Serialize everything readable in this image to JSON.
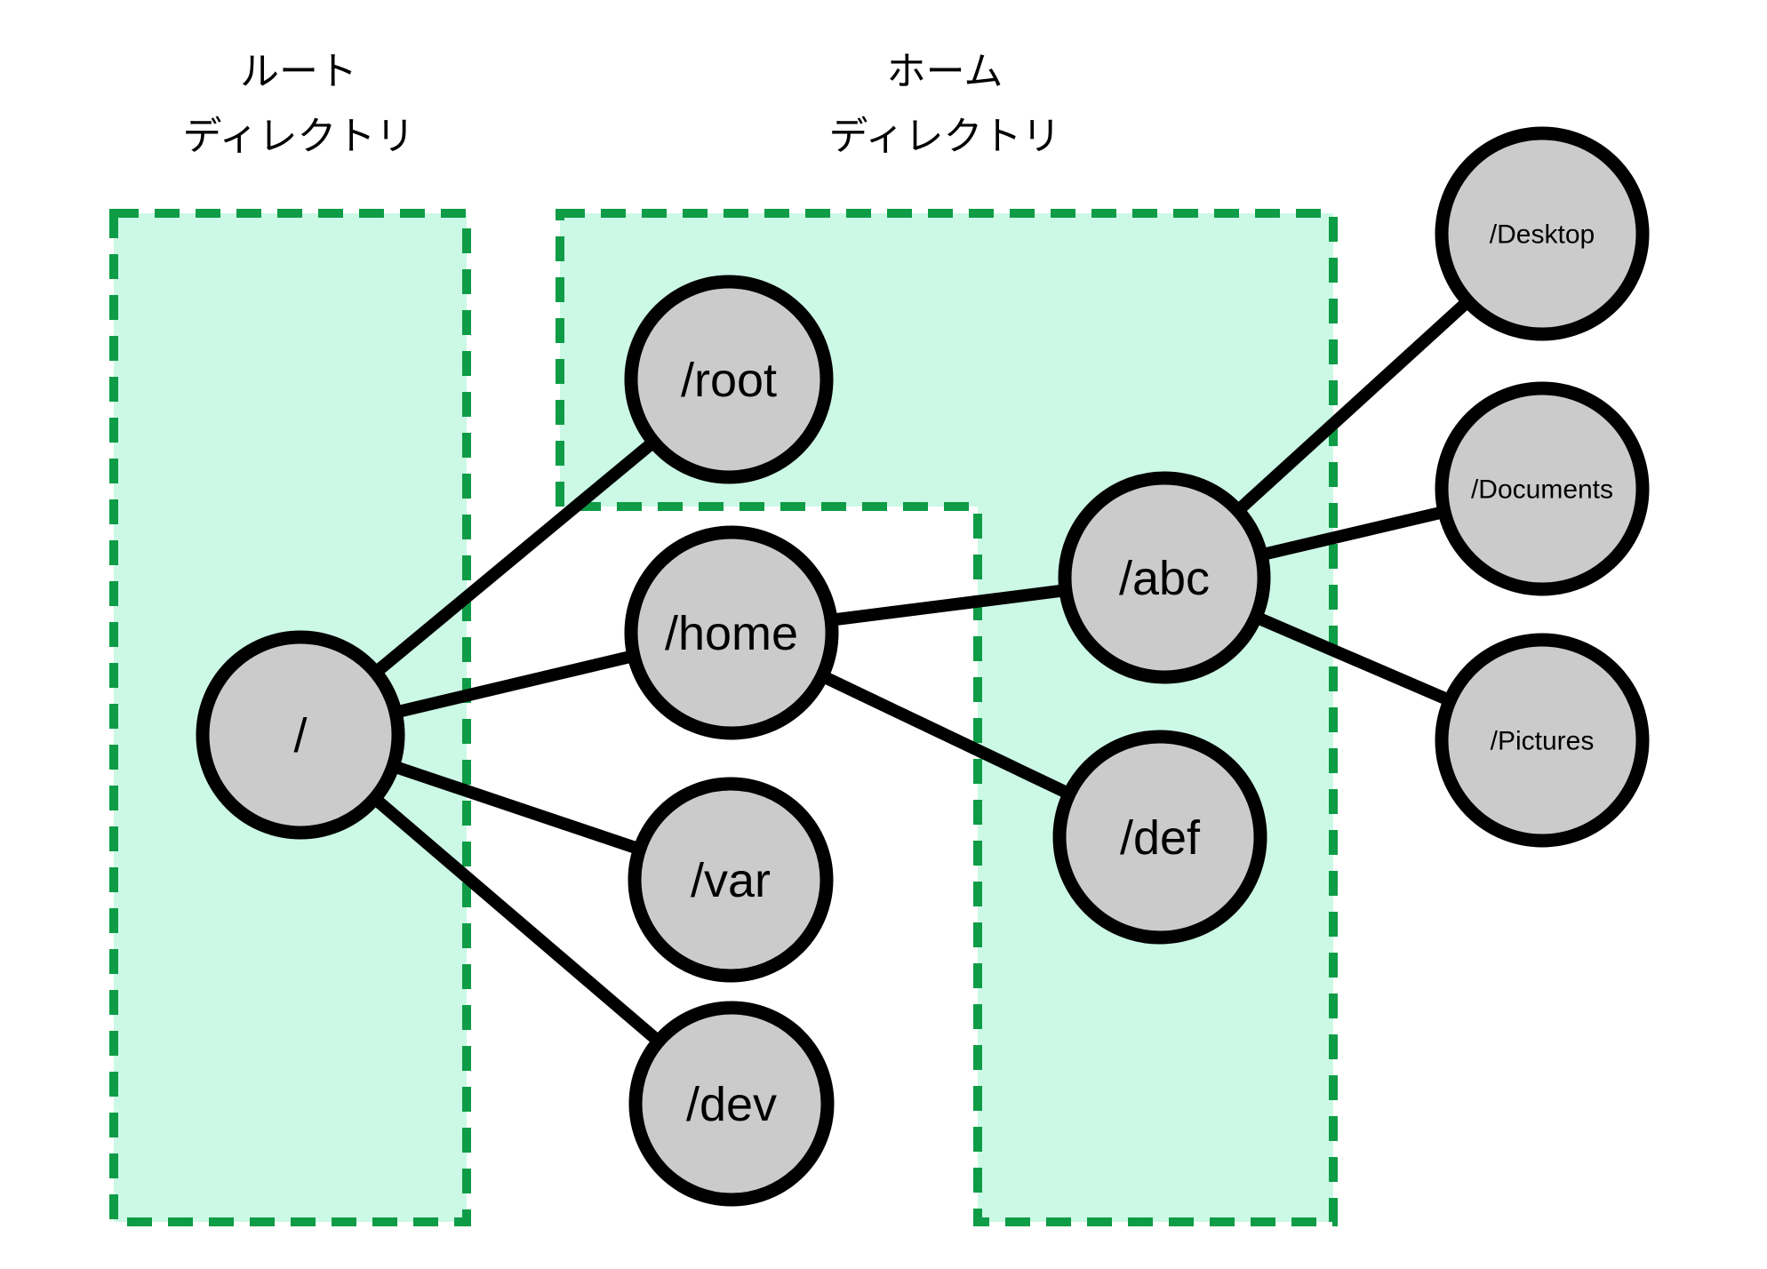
{
  "page": {
    "background": "#ffffff",
    "description_visible_content": "filesystem tree diagram"
  },
  "colors": {
    "region_fill": "#ccf8e6",
    "region_border": "#0e9c46",
    "node_fill": "#cbcbcb",
    "node_border": "#000000",
    "edge": "#000000",
    "text": "#000000"
  },
  "regions": {
    "root_directory": {
      "label_line1": "ルート",
      "label_line2": "ディレクトリ"
    },
    "home_directory": {
      "label_line1": "ホーム",
      "label_line2": "ディレクトリ"
    }
  },
  "nodes": {
    "fs_root": {
      "label": "/"
    },
    "root": {
      "label": "/root"
    },
    "home": {
      "label": "/home"
    },
    "var": {
      "label": "/var"
    },
    "dev": {
      "label": "/dev"
    },
    "abc": {
      "label": "/abc"
    },
    "def": {
      "label": "/def"
    },
    "desktop": {
      "label": "/Desktop"
    },
    "documents": {
      "label": "/Documents"
    },
    "pictures": {
      "label": "/Pictures"
    }
  },
  "edges": [
    {
      "from": "/",
      "to": "/root"
    },
    {
      "from": "/",
      "to": "/home"
    },
    {
      "from": "/",
      "to": "/var"
    },
    {
      "from": "/",
      "to": "/dev"
    },
    {
      "from": "/home",
      "to": "/abc"
    },
    {
      "from": "/home",
      "to": "/def"
    },
    {
      "from": "/abc",
      "to": "/Desktop"
    },
    {
      "from": "/abc",
      "to": "/Documents"
    },
    {
      "from": "/abc",
      "to": "/Pictures"
    }
  ]
}
